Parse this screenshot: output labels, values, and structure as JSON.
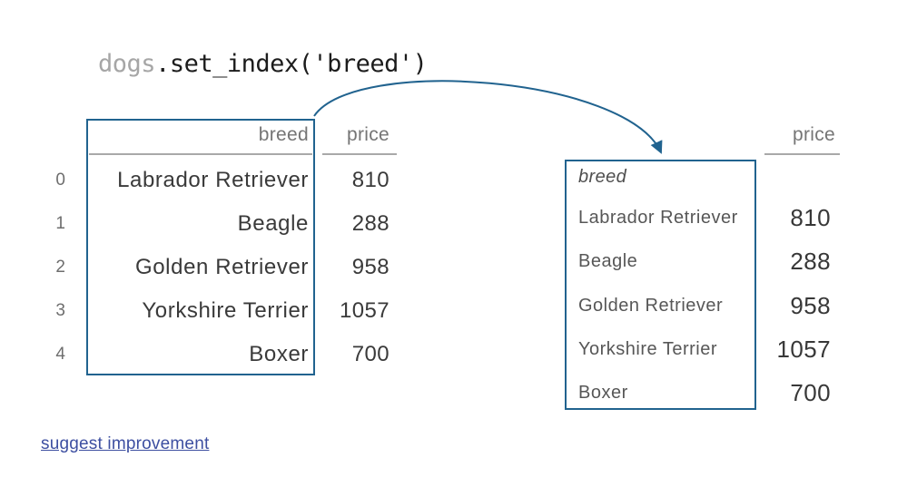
{
  "code_line": {
    "variable": "dogs",
    "call": ".set_index('breed')"
  },
  "left_table": {
    "headers": {
      "breed": "breed",
      "price": "price"
    },
    "index_labels": [
      "0",
      "1",
      "2",
      "3",
      "4"
    ],
    "rows": [
      {
        "breed": "Labrador Retriever",
        "price": "810"
      },
      {
        "breed": "Beagle",
        "price": "288"
      },
      {
        "breed": "Golden Retriever",
        "price": "958"
      },
      {
        "breed": "Yorkshire Terrier",
        "price": "1057"
      },
      {
        "breed": "Boxer",
        "price": "700"
      }
    ]
  },
  "right_table": {
    "index_name": "breed",
    "header": {
      "price": "price"
    },
    "rows": [
      {
        "breed": "Labrador Retriever",
        "price": "810"
      },
      {
        "breed": "Beagle",
        "price": "288"
      },
      {
        "breed": "Golden Retriever",
        "price": "958"
      },
      {
        "breed": "Yorkshire Terrier",
        "price": "1057"
      },
      {
        "breed": "Boxer",
        "price": "700"
      }
    ]
  },
  "footer": {
    "link_label": "suggest improvement"
  },
  "colors": {
    "highlight_blue": "#21638f",
    "arrow_blue": "#21638f",
    "header_gray": "#757575",
    "text_dark": "#3a3a3a",
    "index_gray": "#6e6e6e",
    "code_var_gray": "#a6a6a6",
    "code_dark": "#1c1c1c",
    "rule_gray": "#a9a9a9",
    "link_blue": "#3d4fa1",
    "background": "#ffffff"
  }
}
